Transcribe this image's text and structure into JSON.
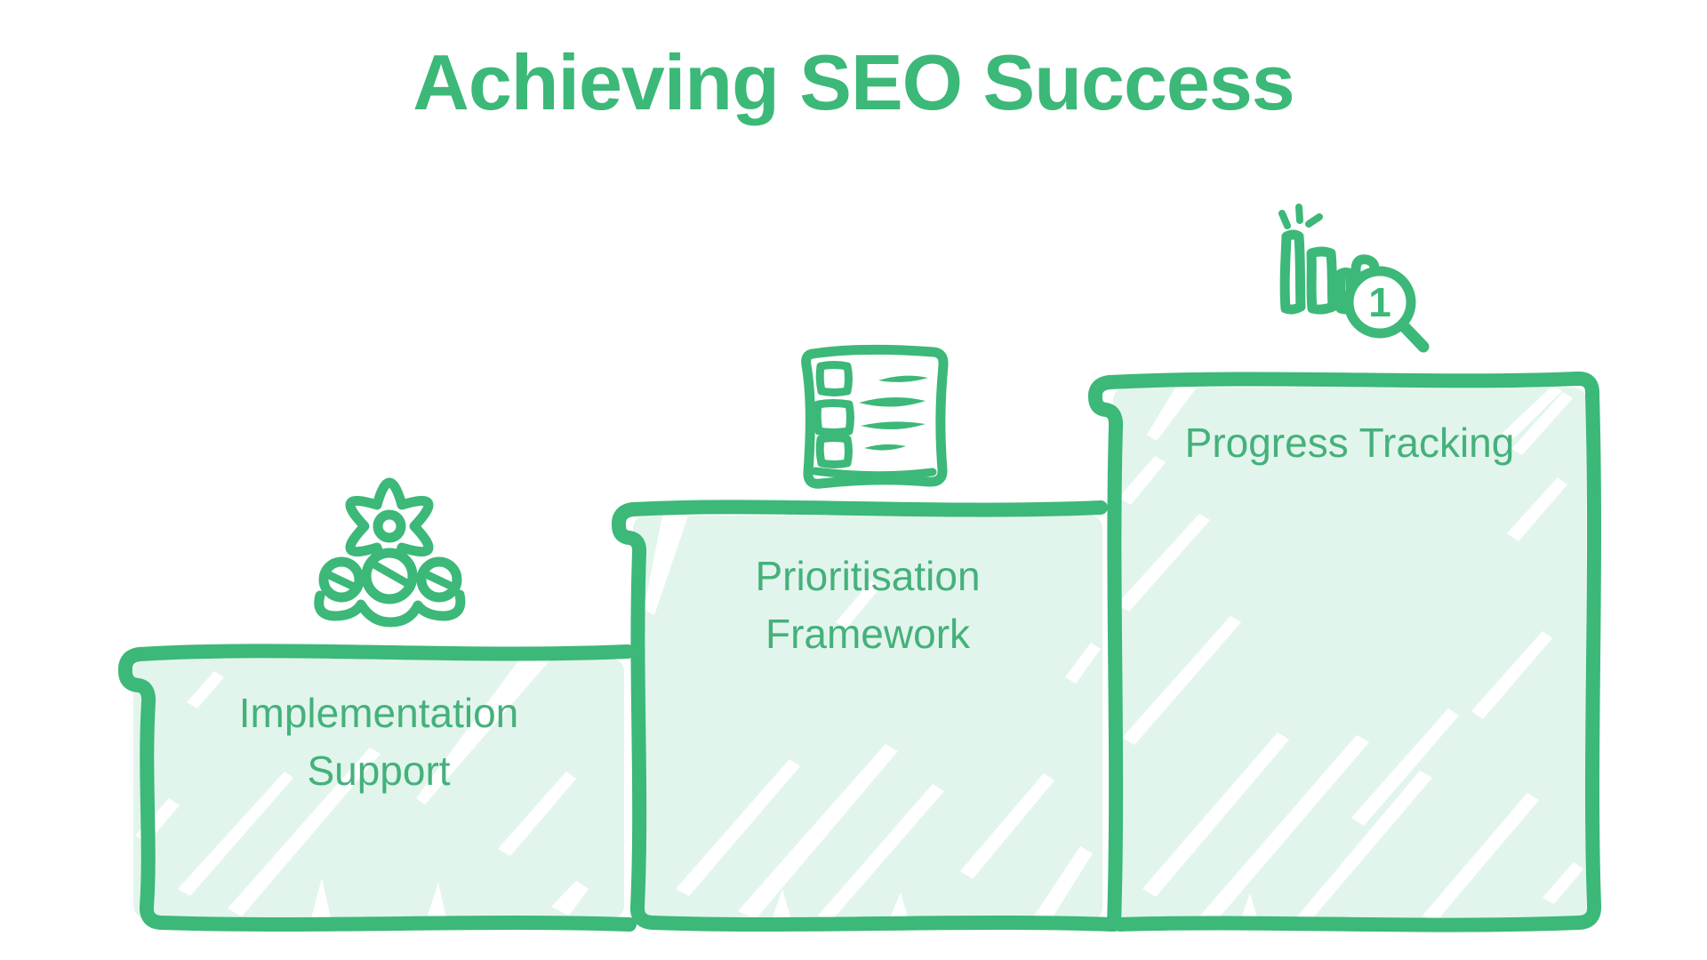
{
  "title": "Achieving SEO Success",
  "colors": {
    "accent": "#3cb878",
    "panel_fill": "#e2f5ec",
    "label_text": "#44b17b",
    "background": "#ffffff"
  },
  "steps": [
    {
      "name": "Implementation Support",
      "label_lines": [
        "Implementation",
        "Support"
      ],
      "icon": "team-gear-icon"
    },
    {
      "name": "Prioritisation Framework",
      "label_lines": [
        "Prioritisation",
        "Framework"
      ],
      "icon": "checklist-icon"
    },
    {
      "name": "Progress Tracking",
      "label_lines": [
        "Progress Tracking"
      ],
      "icon": "bar-chart-magnifier-icon",
      "magnifier_badge": "1"
    }
  ]
}
